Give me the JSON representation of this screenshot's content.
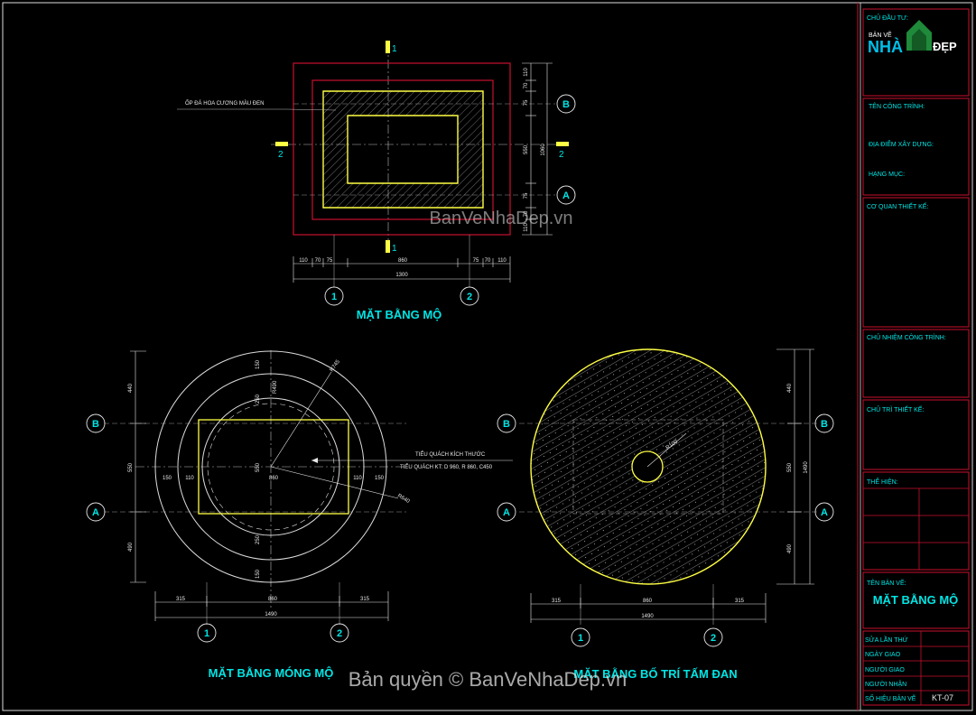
{
  "plan_top": {
    "title": "MẶT BẰNG MỘ",
    "note": "ỐP ĐÁ HOA CƯƠNG MÀU ĐEN",
    "grid_rows": [
      "B",
      "A"
    ],
    "grid_cols": [
      "1",
      "2"
    ],
    "section_marks": [
      "1",
      "1",
      "2",
      "2"
    ],
    "dims_bottom": [
      "110",
      "70",
      "75",
      "860",
      "75",
      "70",
      "110"
    ],
    "dim_total": "1300",
    "dims_right": [
      "110",
      "70",
      "75",
      "550",
      "75",
      "70",
      "110"
    ],
    "dim_right_total": "1060"
  },
  "plan_left": {
    "title": "MẶT BẰNG MÓNG MỘ",
    "grid_rows": [
      "B",
      "A"
    ],
    "grid_cols": [
      "1",
      "2"
    ],
    "dims_bottom": [
      "315",
      "860",
      "315"
    ],
    "dim_total": "1490",
    "dims_left": [
      "440",
      "550",
      "490"
    ],
    "inner_dims": [
      "150",
      "110",
      "860",
      "110",
      "150",
      "550",
      "250",
      "250",
      "150",
      "150"
    ],
    "radii": [
      "R745",
      "R640",
      "R490"
    ],
    "callout_line1": "TIỂU QUÁCH KÍCH THƯỚC",
    "callout_line2": "TIỂU QUÁCH KT: D 960, R 860, C450"
  },
  "plan_right": {
    "title": "MẶT BẰNG BỐ TRÍ TẤM ĐAN",
    "grid_rows": [
      "B",
      "A"
    ],
    "grid_cols": [
      "1",
      "2"
    ],
    "dims_bottom": [
      "315",
      "860",
      "315"
    ],
    "dim_total": "1490",
    "dims_right": [
      "440",
      "550",
      "490"
    ],
    "dim_right_total": "1490",
    "hole": "R100"
  },
  "title_block": {
    "chu_dau_tu": "CHỦ ĐẦU TƯ:",
    "logo_top": "BẢN VẼ",
    "logo_nha": "NHÀ",
    "logo_dep": "ĐẸP",
    "ten_cong_trinh": "TÊN CÔNG TRÌNH:",
    "dia_diem": "ĐỊA ĐIỂM XÂY DỰNG:",
    "hang_muc": "HẠNG MỤC:",
    "co_quan": "CƠ QUAN THIẾT KẾ:",
    "chu_nhiem": "CHỦ NHIỆM CÔNG TRÌNH:",
    "chu_tri": "CHỦ TRÌ THIẾT KẾ:",
    "the_hien": "THỂ HIỆN:",
    "ten_ban_ve": "TÊN BẢN VẼ:",
    "drawing_name": "MẶT BẰNG MỘ",
    "sua_lan_thu": "SỬA LẦN THỨ",
    "ngay_giao": "NGÀY GIAO",
    "nguoi_giao": "NGƯỜI GIAO",
    "nguoi_nhan": "NGƯỜI NHẬN",
    "so_hieu": "SỐ HIỆU BẢN VẼ",
    "sheet_no": "KT-07"
  },
  "watermarks": {
    "center": "BanVeNhaDep.vn",
    "copyright": "Bản quyền © BanVeNhaDep.vn"
  },
  "colors": {
    "background": "#000000",
    "frame_red": "#c8102e",
    "outline_yellow": "#ffff44",
    "grid_cyan": "#00e5e5",
    "dim_white": "#e8e8e8"
  }
}
